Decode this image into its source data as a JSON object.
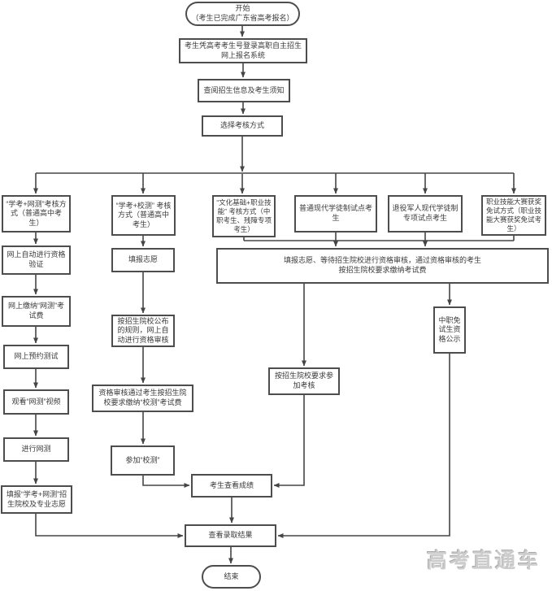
{
  "flowchart": {
    "start": "开始\n（考生已完成广东省高考报名）",
    "login": "考生凭高考考生号登录高职自主招生网上报名系统",
    "info": "查阅招生信息及考生须知",
    "choose": "选择考核方式",
    "branch_wangce": "“学考+网测”考核方式（普通高中考生）",
    "branch_xiaoce": "“学考+校测” 考核方式（普通高中考生）",
    "branch_wenhua": "“文化基础+职业技能” 考核方式（中职考生、残障专项考生）",
    "branch_xuetu": "普通现代学徒制试点考生",
    "branch_junren": "退役军人现代学徒制专项试点考生",
    "branch_dasai": "职业技能大赛获奖免试方式（职业技能大赛获奖免试考生）",
    "fill_wish_wide": "填报志愿、等待招生院校进行资格审核，通过资格审核的考生\n按招生院校要求缴纳考试费",
    "verify": "网上自动进行资格验证",
    "pay_wangce": "网上缴纳“网测”考试费",
    "reserve": "网上预约测试",
    "watch_video": "观看“网测”视频",
    "do_wangce": "进行网测",
    "fill_wangce_wish": "填报“学考+网测”招生院校及专业志愿",
    "fill_wish": "填报志愿",
    "auto_review": "按招生院校公布的规则，网上自动进行资格审核",
    "pay_xiaoce": "资格审核通过考生按招生院校要求缴纳“校测”考试费",
    "attend_xiaoce": "参加“校测”",
    "attend_exam": "按招生院校要求参加考核",
    "publicity": "中职免试生资格公示",
    "view_score": "考生查看成绩",
    "view_result": "查看录取结果",
    "end": "结束"
  },
  "watermark": "高考直通车",
  "colors": {
    "line": "#454545",
    "box_border": "#4d4d4d",
    "text": "#3a3a3a",
    "background": "#ffffff",
    "watermark": "#cccccc"
  }
}
